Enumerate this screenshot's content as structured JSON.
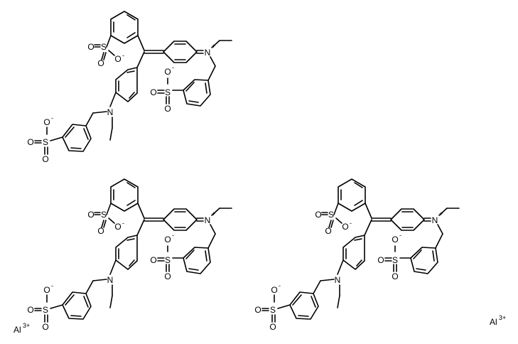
{
  "structure": {
    "labels": {
      "sulfur": "S",
      "oxygen": "O",
      "nitrogen": "N",
      "plus": "+",
      "minus": "-"
    }
  },
  "ions": [
    {
      "symbol": "Al",
      "charge": "3+"
    },
    {
      "symbol": "Al",
      "charge": "3+"
    }
  ]
}
